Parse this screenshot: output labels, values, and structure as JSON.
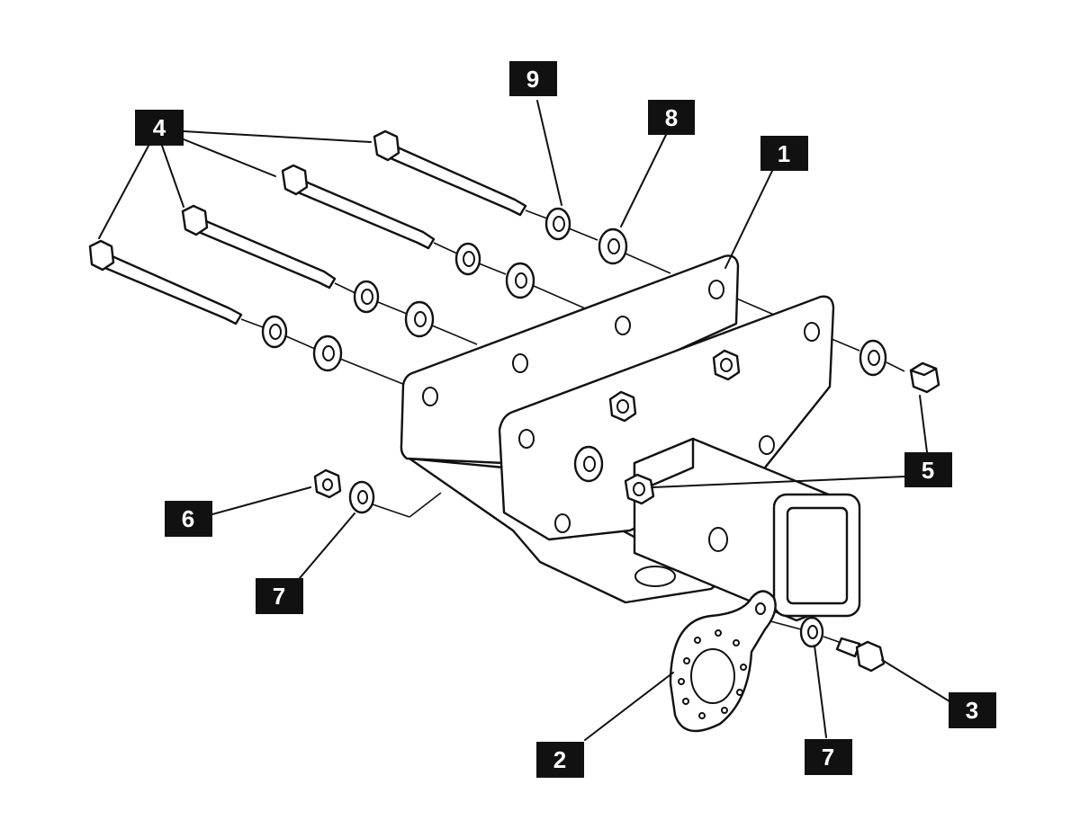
{
  "diagram": {
    "callouts": [
      {
        "id": "c1",
        "label": "1"
      },
      {
        "id": "c2",
        "label": "2"
      },
      {
        "id": "c3",
        "label": "3"
      },
      {
        "id": "c4",
        "label": "4"
      },
      {
        "id": "c5",
        "label": "5"
      },
      {
        "id": "c6",
        "label": "6"
      },
      {
        "id": "c7a",
        "label": "7"
      },
      {
        "id": "c7b",
        "label": "7"
      },
      {
        "id": "c8",
        "label": "8"
      },
      {
        "id": "c9",
        "label": "9"
      }
    ]
  }
}
